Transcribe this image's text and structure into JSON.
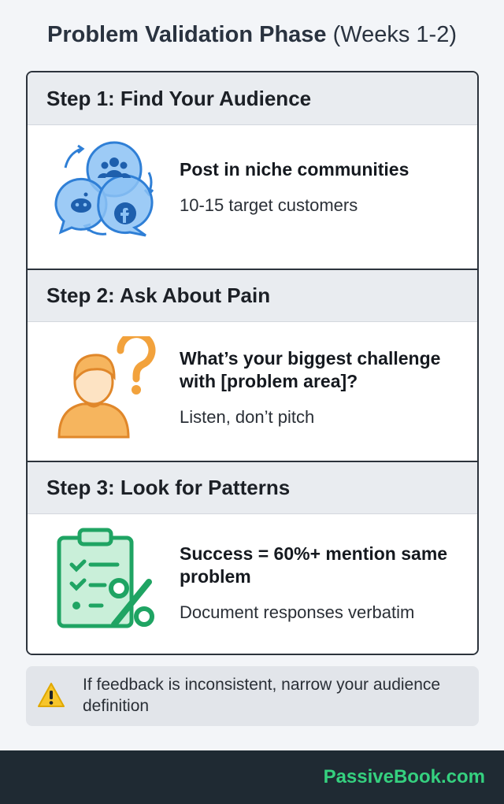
{
  "header": {
    "title_bold": "Problem Validation Phase",
    "title_light": "(Weeks 1-2)"
  },
  "steps": [
    {
      "title": "Step 1: Find Your Audience",
      "main": "Post in niche communities",
      "sub": "10-15 target customers",
      "icon": "social-communities-icon"
    },
    {
      "title": "Step 2: Ask About Pain",
      "main": "What’s your biggest challenge with [problem area]?",
      "sub": "Listen, don’t pitch",
      "icon": "person-question-icon"
    },
    {
      "title": "Step 3: Look for Patterns",
      "main": "Success = 60%+ mention same problem",
      "sub": "Document responses verbatim",
      "icon": "clipboard-percent-icon"
    }
  ],
  "warning": {
    "text": "If feedback is inconsistent, narrow your audience definition",
    "icon": "warning-icon"
  },
  "footer": {
    "brand": "PassiveBook.com"
  },
  "colors": {
    "accent_blue": "#3b8fe6",
    "accent_orange": "#f2a23c",
    "accent_green": "#1fa463",
    "brand_green": "#35d07f",
    "footer_bg": "#1f2a33"
  }
}
